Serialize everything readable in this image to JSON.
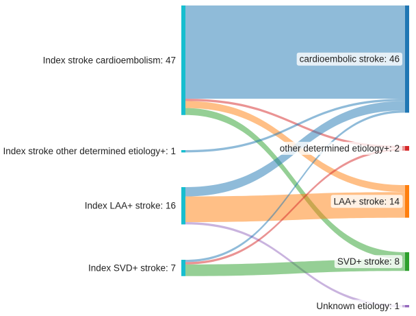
{
  "chart_data": {
    "type": "sankey",
    "sources": [
      {
        "id": "cardio",
        "label": "Index stroke cardioembolism: 47",
        "value": 47,
        "color": "#17becf"
      },
      {
        "id": "other",
        "label": "Index stroke other determined etiology+: 1",
        "value": 1,
        "color": "#17becf"
      },
      {
        "id": "laa",
        "label": "Index LAA+ stroke: 16",
        "value": 16,
        "color": "#17becf"
      },
      {
        "id": "svd",
        "label": "Index SVD+ stroke: 7",
        "value": 7,
        "color": "#17becf"
      }
    ],
    "targets": [
      {
        "id": "cardio",
        "label": "cardioembolic stroke: 46",
        "value": 46,
        "color": "#1f77b4",
        "flow_color": "#1f77b4"
      },
      {
        "id": "other",
        "label": "other determined etiology+: 2",
        "value": 2,
        "color": "#d62728",
        "flow_color": "#d62728"
      },
      {
        "id": "laa",
        "label": "LAA+ stroke: 14",
        "value": 14,
        "color": "#ff7f0e",
        "flow_color": "#ff7f0e"
      },
      {
        "id": "svd",
        "label": "SVD+ stroke: 8",
        "value": 8,
        "color": "#2ca02c",
        "flow_color": "#2ca02c"
      },
      {
        "id": "unknown",
        "label": "Unknown etiology: 1",
        "value": 1,
        "color": "#9467bd",
        "flow_color": "#9467bd"
      }
    ],
    "flows": [
      {
        "from": "cardio",
        "to": "cardio",
        "value": 40
      },
      {
        "from": "cardio",
        "to": "other",
        "value": 1
      },
      {
        "from": "cardio",
        "to": "laa",
        "value": 3
      },
      {
        "from": "cardio",
        "to": "svd",
        "value": 3
      },
      {
        "from": "other",
        "to": "cardio",
        "value": 1
      },
      {
        "from": "laa",
        "to": "cardio",
        "value": 4
      },
      {
        "from": "laa",
        "to": "laa",
        "value": 11
      },
      {
        "from": "laa",
        "to": "unknown",
        "value": 1
      },
      {
        "from": "svd",
        "to": "cardio",
        "value": 1
      },
      {
        "from": "svd",
        "to": "other",
        "value": 1
      },
      {
        "from": "svd",
        "to": "svd",
        "value": 5
      }
    ]
  }
}
